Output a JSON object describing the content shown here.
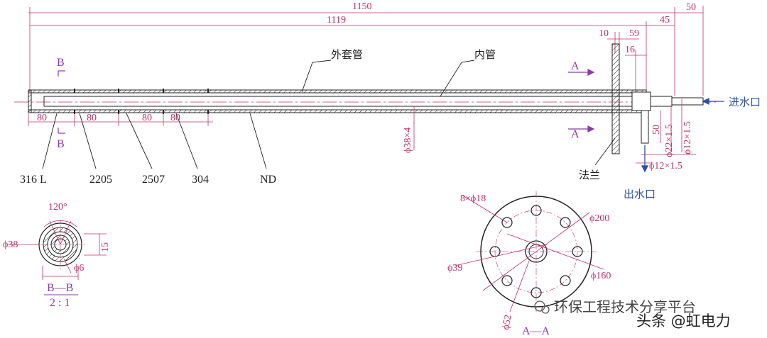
{
  "dimensions": {
    "overall": "1150",
    "inner_length": "1119",
    "d50": "50",
    "d45": "45",
    "d10": "10",
    "d59": "59",
    "d16": "16",
    "seg1": "80",
    "seg2": "80",
    "seg3": "80",
    "seg4": "80",
    "pipe_dia": "ϕ38×4",
    "d50v": "50",
    "inlet_dia": "ϕ22×1.5",
    "outer_dia": "ϕ12×1.5",
    "outlet_dia": "ϕ12×1.5",
    "sec_angle": "120°",
    "sec_dia": "ϕ38",
    "sec_15": "15",
    "sec_hole": "ϕ6",
    "fl_holes": "8×ϕ18",
    "fl_200": "ϕ200",
    "fl_39": "ϕ39",
    "fl_160": "ϕ160",
    "fl_52": "ϕ52"
  },
  "labels": {
    "outer_sleeve": "外套管",
    "inner_pipe": "内管",
    "inlet": "进水口",
    "outlet": "出水口",
    "flange": "法兰",
    "mat1": "316 L",
    "mat2": "2205",
    "mat3": "2507",
    "mat4": "304",
    "mat5": "ND"
  },
  "section_marks": {
    "b_top": "B",
    "b_bottom": "B",
    "a_top": "A",
    "a_bottom": "A",
    "bb_title": "B—B",
    "bb_scale": "2 : 1",
    "aa_title": "A—A"
  },
  "watermark": {
    "platform": "环保工程技术分享平台",
    "author": "头条 @虹电力"
  },
  "colors": {
    "line": "#222222",
    "dimension": "#c0306a",
    "flow_arrow": "#2a4fa8",
    "section_mark": "#8a3aa8"
  }
}
